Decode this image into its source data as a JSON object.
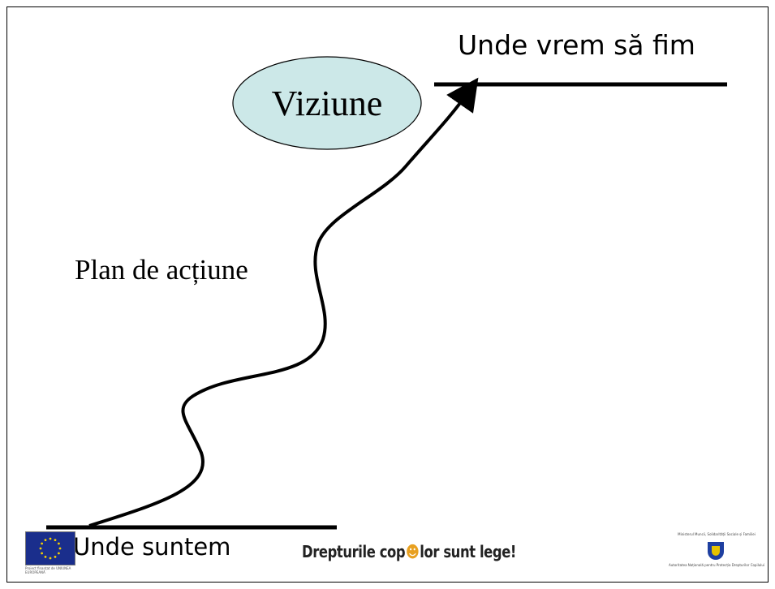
{
  "diagram": {
    "target_label": "Unde vrem să fim",
    "vision_label": "Viziune",
    "plan_label": "Plan de acțiune",
    "start_label": "Unde suntem",
    "ellipse_color": "#cce8e8"
  },
  "footer": {
    "eu_caption": "Proiect finanțat de UNIUNEA EUROPEANĂ",
    "slogan_before": "Drepturile cop",
    "slogan_after": "lor sunt lege!",
    "ministry_top": "Ministerul Muncii, Solidarității Sociale și Familiei",
    "ministry_bottom": "Autoritatea Națională pentru Protecția Drepturilor Copilului"
  }
}
